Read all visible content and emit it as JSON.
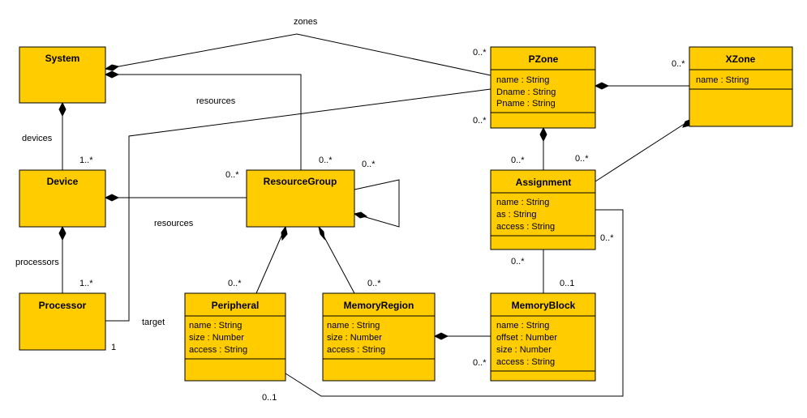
{
  "classes": {
    "system": {
      "name": "System",
      "attributes": []
    },
    "device": {
      "name": "Device",
      "attributes": []
    },
    "processor": {
      "name": "Processor",
      "attributes": []
    },
    "resource_group": {
      "name": "ResourceGroup",
      "attributes": []
    },
    "peripheral": {
      "name": "Peripheral",
      "attributes": [
        "name : String",
        "size : Number",
        "access : String"
      ]
    },
    "memory_region": {
      "name": "MemoryRegion",
      "attributes": [
        "name : String",
        "size : Number",
        "access : String"
      ]
    },
    "pzone": {
      "name": "PZone",
      "attributes": [
        "name : String",
        "Dname : String",
        "Pname : String"
      ]
    },
    "xzone": {
      "name": "XZone",
      "attributes": [
        "name : String"
      ]
    },
    "assignment": {
      "name": "Assignment",
      "attributes": [
        "name : String",
        "as : String",
        "access : String"
      ]
    },
    "memory_block": {
      "name": "MemoryBlock",
      "attributes": [
        "name : String",
        "offset : Number",
        "size : Number",
        "access : String"
      ]
    }
  },
  "labels": {
    "zones": "zones",
    "resources_top": "resources",
    "devices": "devices",
    "resources_mid": "resources",
    "processors": "processors",
    "target": "target"
  },
  "multiplicities": {
    "pzone_from_system": "0..*",
    "pzone_from_processor": "0..*",
    "xzone_from_pzone": "0..*",
    "device_from_system": "1..*",
    "processor_from_device": "1..*",
    "processor_target": "1",
    "rg_from_device": "0..*",
    "rg_from_system": "0..*",
    "rg_self": "0..*",
    "assignment_from_pzone": "0..*",
    "assignment_from_xzone": "0..*",
    "assignment_to_peripheral": "0..*",
    "assignment_to_block": "0..*",
    "peripheral_from_rg": "0..*",
    "region_from_rg": "0..*",
    "block_from_assignment": "0..1",
    "block_from_region": "0..*",
    "peripheral_from_assignment": "0..1"
  },
  "colors": {
    "class_fill": "#ffcc00",
    "line": "#000000"
  }
}
